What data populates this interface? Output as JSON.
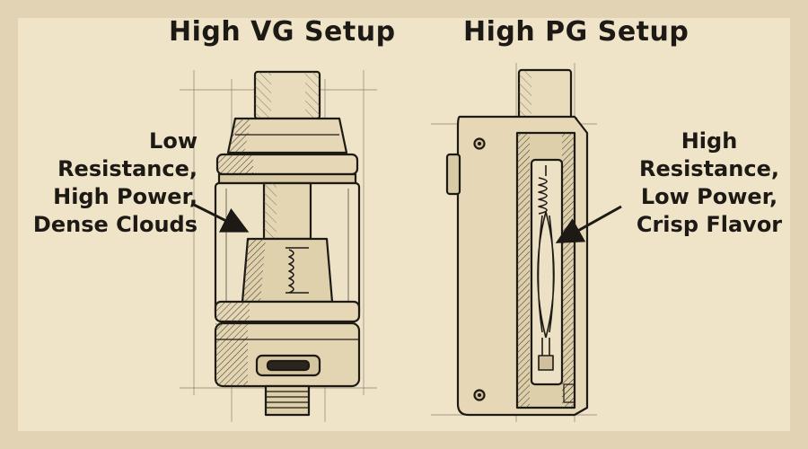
{
  "titles": {
    "vg": "High VG Setup",
    "pg": "High PG Setup"
  },
  "annotations": {
    "vg_lines": [
      "Low",
      "Resistance,",
      "High Power,",
      "Dense Clouds"
    ],
    "pg_lines": [
      "High",
      "Resistance,",
      "Low Power,",
      "Crisp Flavor"
    ]
  },
  "colors": {
    "paper": "#efe3c8",
    "ink": "#1d1a16",
    "shade": "#b9a98a"
  }
}
